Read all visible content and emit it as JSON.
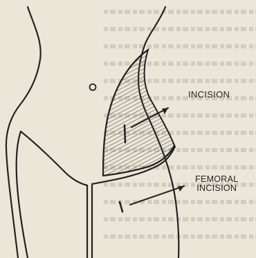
{
  "diagram": {
    "labels": {
      "incision": "INCISION",
      "femoral_incision_line1": "FEMORAL",
      "femoral_incision_line2": "INCISION"
    },
    "colors": {
      "paper": "#ece6d8",
      "ink": "#222222",
      "hatch": "#5a5552"
    }
  }
}
